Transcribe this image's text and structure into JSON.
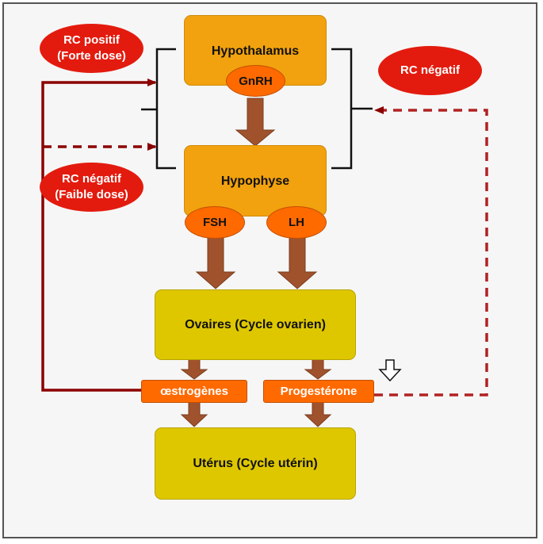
{
  "nodes": {
    "hypothalamus": "Hypothalamus",
    "gnrh": "GnRH",
    "hypophyse": "Hypophyse",
    "fsh": "FSH",
    "lh": "LH",
    "ovaires": "Ovaires (Cycle ovarien)",
    "oestrogenes": "œstrogènes",
    "progesterone": "Progestérone",
    "uterus": "Utérus (Cycle utérin)"
  },
  "feedback": {
    "rc_positif": [
      "RC positif",
      "(Forte dose)"
    ],
    "rc_negatif_faible": [
      "RC négatif",
      "(Faible dose)"
    ],
    "rc_negatif": "RC négatif"
  },
  "colors": {
    "gland": "#f2a20e",
    "organ": "#dfc700",
    "hormone": "#ff6a00",
    "feedback_oval": "#e31b0e",
    "feedback_line": "#8b0000",
    "flow_arrow": "#a0522d"
  }
}
